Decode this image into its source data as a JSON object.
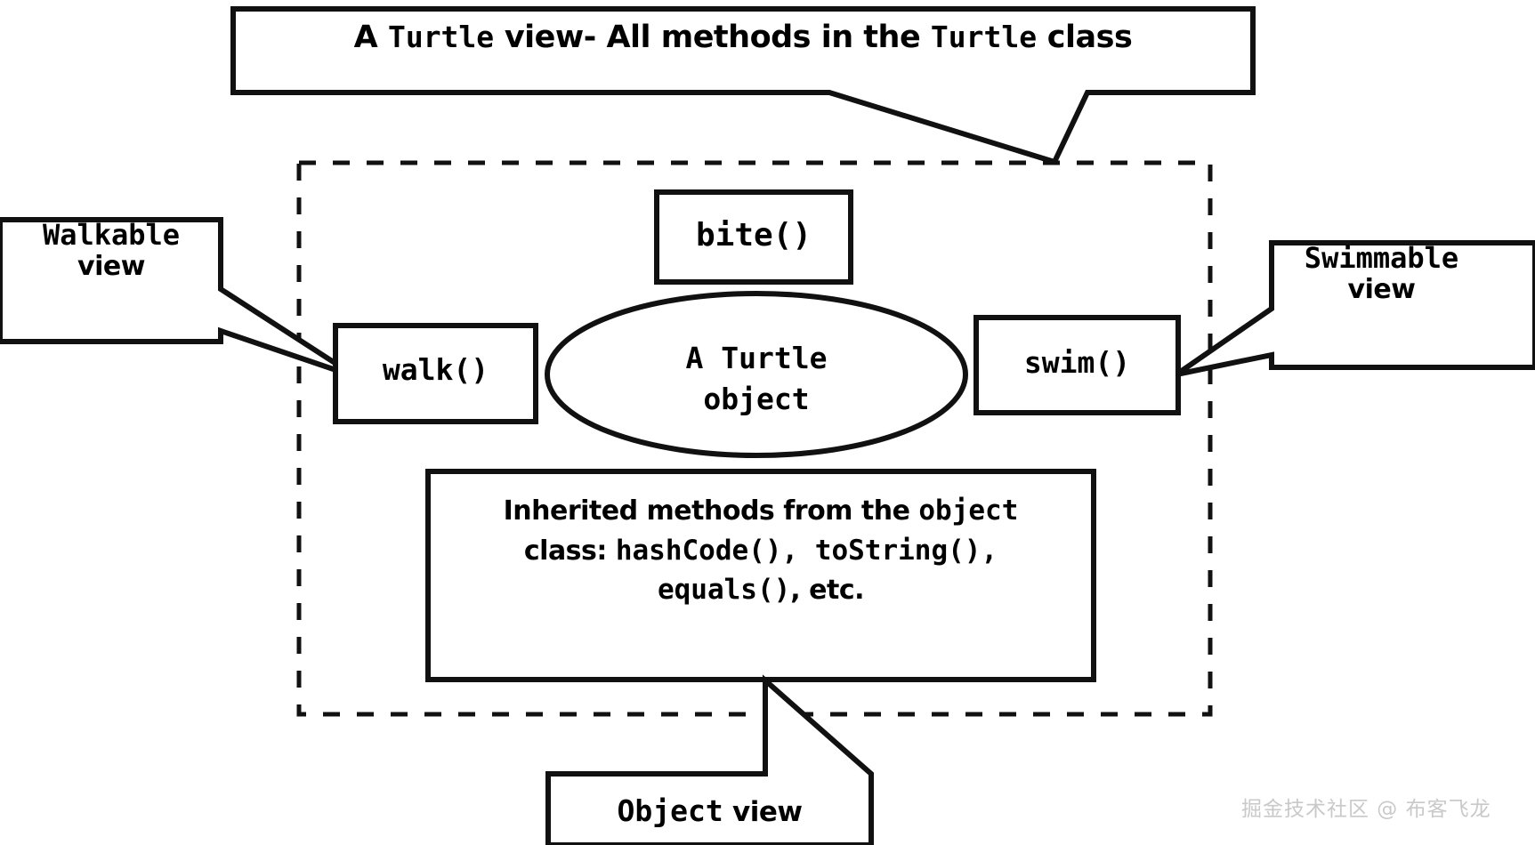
{
  "diagram": {
    "title_callout": {
      "name": "title-callout",
      "parts": [
        {
          "text": "A ",
          "font": "sans"
        },
        {
          "text": "Turtle",
          "font": "mono"
        },
        {
          "text": " view- All methods in the ",
          "font": "sans"
        },
        {
          "text": "Turtle",
          "font": "mono"
        },
        {
          "text": " class",
          "font": "sans"
        }
      ]
    },
    "container": {
      "name": "turtle-class-boundary",
      "style": "dashed"
    },
    "walkable_callout": {
      "name": "walkable-view-callout",
      "line1": {
        "text": "Walkable",
        "font": "mono"
      },
      "line2": {
        "text": "view",
        "font": "sans"
      }
    },
    "swimmable_callout": {
      "name": "swimmable-view-callout",
      "line1": {
        "text": "Swimmable",
        "font": "mono"
      },
      "line2": {
        "text": "view",
        "font": "sans"
      }
    },
    "object_callout": {
      "name": "object-view-callout",
      "parts": [
        {
          "text": "Object",
          "font": "mono"
        },
        {
          "text": " view",
          "font": "sans"
        }
      ]
    },
    "bite_box": {
      "name": "bite-method-box",
      "label": "bite()"
    },
    "walk_box": {
      "name": "walk-method-box",
      "label": "walk()"
    },
    "swim_box": {
      "name": "swim-method-box",
      "label": "swim()"
    },
    "turtle_object_ellipse": {
      "name": "turtle-object-ellipse",
      "line1": "A Turtle",
      "line2": "object"
    },
    "inherited_box": {
      "name": "inherited-methods-box",
      "line1": [
        {
          "text": "Inherited methods from the ",
          "font": "sans"
        },
        {
          "text": "object",
          "font": "mono"
        }
      ],
      "line2": [
        {
          "text": "class: ",
          "font": "sans"
        },
        {
          "text": "hashCode(), toString(),",
          "font": "mono"
        }
      ],
      "line3": [
        {
          "text": "equals()",
          "font": "mono"
        },
        {
          "text": ", etc.",
          "font": "sans"
        }
      ]
    },
    "watermark": {
      "name": "watermark",
      "text": "掘金技术社区 @ 布客飞龙"
    },
    "colors": {
      "stroke": "#111111",
      "fill": "#ffffff",
      "text": "#000000",
      "watermark": "#c9c9c9"
    }
  }
}
